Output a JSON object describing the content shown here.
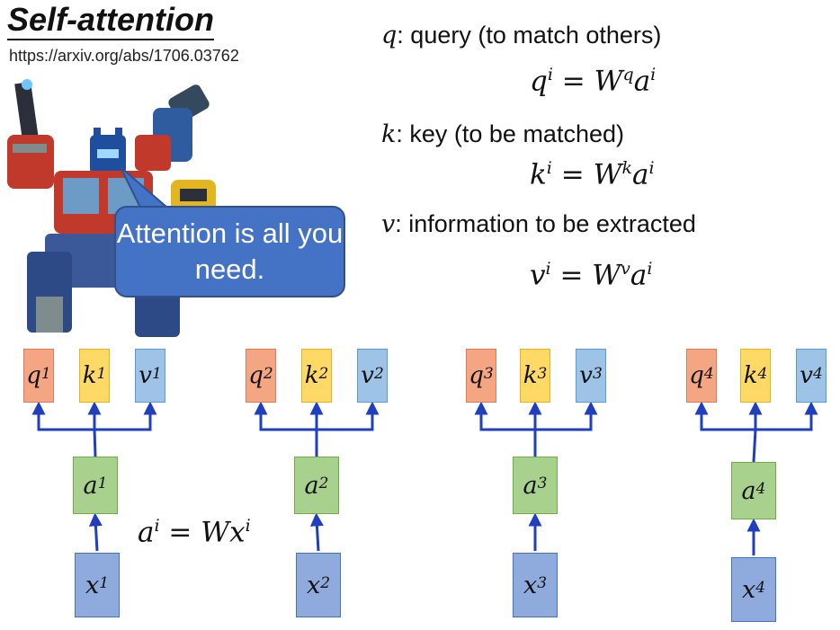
{
  "title": "Self-attention",
  "link": "https://arxiv.org/abs/1706.03762",
  "bubble": "Attention is all you need.",
  "definitions": {
    "q": {
      "symbol": "q",
      "text": ": query (to match others)",
      "formula_lhs": "q",
      "formula_w": "q"
    },
    "k": {
      "symbol": "k",
      "text": ": key (to be matched)",
      "formula_lhs": "k",
      "formula_w": "k"
    },
    "v": {
      "symbol": "v",
      "text": ": information to be extracted",
      "formula_lhs": "v",
      "formula_w": "v"
    }
  },
  "formula_sup_i": "i",
  "formula_eq": "=",
  "formula_W": "W",
  "formula_a": "a",
  "a_formula": {
    "lhs": "a",
    "sup": "i",
    "eq": "=",
    "rhs": "Wx",
    "rhs_sup": "i"
  },
  "columns": [
    {
      "q": "q",
      "k": "k",
      "v": "v",
      "a": "a",
      "x": "x",
      "idx": "1"
    },
    {
      "q": "q",
      "k": "k",
      "v": "v",
      "a": "a",
      "x": "x",
      "idx": "2"
    },
    {
      "q": "q",
      "k": "k",
      "v": "v",
      "a": "a",
      "x": "x",
      "idx": "3"
    },
    {
      "q": "q",
      "k": "k",
      "v": "v",
      "a": "a",
      "x": "x",
      "idx": "4"
    }
  ],
  "colors": {
    "q_box": "#f4a582",
    "k_box": "#ffd966",
    "v_box": "#9dc3e6",
    "a_box": "#a9d18e",
    "x_box": "#8faadc",
    "bubble": "#4472c4",
    "arrow": "#1f3fbf"
  },
  "icons": {
    "robot": "robot-figure-icon"
  }
}
